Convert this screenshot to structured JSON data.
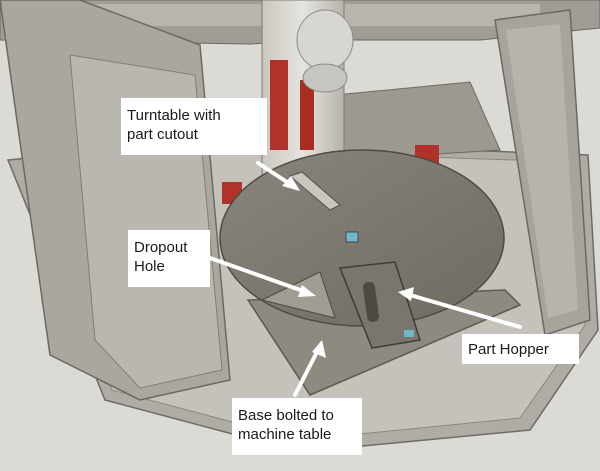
{
  "callouts": {
    "turntable": {
      "line1": "Turntable with",
      "line2": "part cutout"
    },
    "dropout": {
      "line1": "Dropout",
      "line2": "Hole"
    },
    "hopper": {
      "line1": "Part Hopper"
    },
    "base": {
      "line1": "Base bolted to",
      "line2": "machine table"
    }
  },
  "colors": {
    "frame": "#a9a79e",
    "frame_dark": "#8f8d86",
    "turntable": "#807b72",
    "base_plate": "#9a968d",
    "accent_red": "#b0322a",
    "arrow": "#ffffff"
  }
}
